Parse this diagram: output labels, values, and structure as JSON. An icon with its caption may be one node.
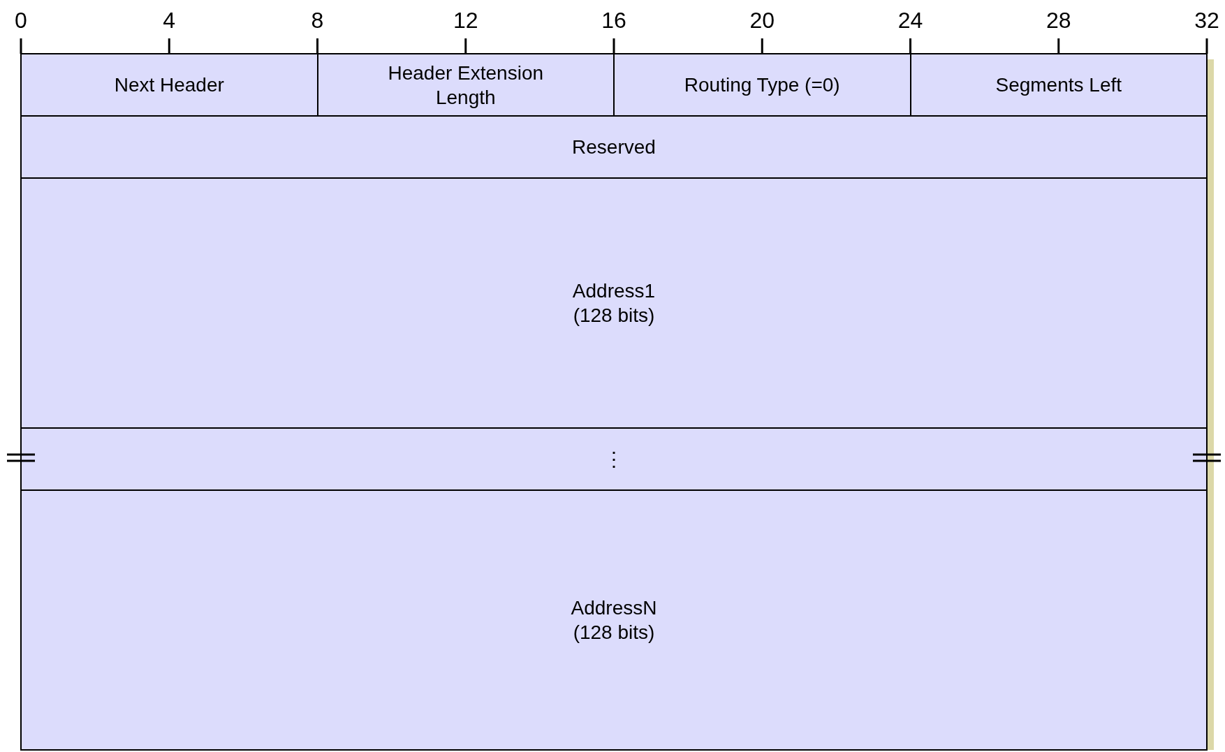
{
  "diagram": {
    "nodes": [
      {
        "text": [
          "Next Header"
        ]
      },
      {
        "text": [
          "Header Extension Length"
        ]
      },
      {
        "text": [
          "Routing Type (=0)"
        ]
      },
      {
        "text": [
          "Segments Left"
        ]
      },
      {
        "text": [
          "Reserved"
        ]
      },
      {
        "text": [
          "Address1 (128 bits)"
        ]
      },
      {
        "text": [
          "⋮"
        ]
      },
      {
        "text": [
          "AddressN (128 bits)"
        ]
      }
    ],
    "labels": [
      "0",
      "4",
      "8",
      "12",
      "16",
      "20",
      "24",
      "28",
      "32"
    ]
  }
}
